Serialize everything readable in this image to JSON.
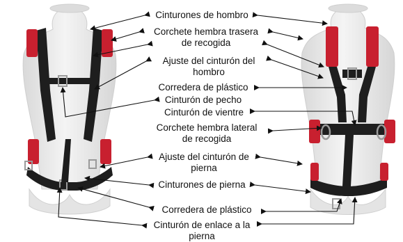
{
  "labels": [
    {
      "id": "cinturones-hombro",
      "lines": [
        "Cinturones de hombro"
      ]
    },
    {
      "id": "corchete-trasera",
      "lines": [
        "Corchete hembra trasera",
        "de recogida"
      ]
    },
    {
      "id": "ajuste-hombro",
      "lines": [
        "Ajuste del cinturón del",
        "hombro"
      ]
    },
    {
      "id": "corredera-1",
      "lines": [
        "Corredera de plástico"
      ]
    },
    {
      "id": "cinturon-pecho",
      "lines": [
        "Cinturón de pecho"
      ]
    },
    {
      "id": "cinturon-vientre",
      "lines": [
        "Cinturón de vientre"
      ]
    },
    {
      "id": "corchete-lateral",
      "lines": [
        "Corchete hembra lateral",
        "de recogida"
      ]
    },
    {
      "id": "ajuste-pierna",
      "lines": [
        "Ajuste del cinturón de",
        "pierna"
      ]
    },
    {
      "id": "cinturones-pierna",
      "lines": [
        "Cinturones de pierna"
      ]
    },
    {
      "id": "corredera-2",
      "lines": [
        "Corredera de plástico"
      ]
    },
    {
      "id": "enlace-pierna",
      "lines": [
        "Cinturón de enlace a la",
        "pierna"
      ]
    }
  ],
  "colors": {
    "mannequin": "#e9e9e9",
    "webbing": "#1e1e1e",
    "accent_red": "#c8202f",
    "hardware": "#9a9a9a",
    "arrow": "#111111"
  }
}
